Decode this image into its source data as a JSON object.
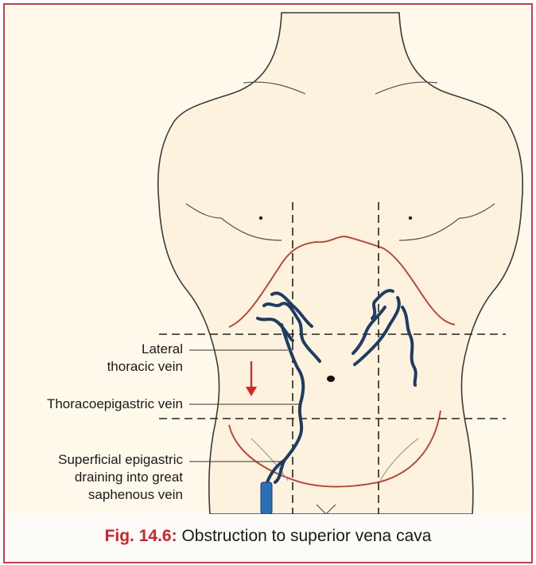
{
  "labels": {
    "lateral_thoracic": [
      "Lateral",
      "thoracic vein"
    ],
    "thoracoepigastric": "Thoracoepigastric vein",
    "superficial_epigastric": [
      "Superficial epigastric",
      "draining into great",
      "saphenous vein"
    ]
  },
  "caption": {
    "figure_number": "Fig. 14.6:",
    "text": "Obstruction to superior vena cava"
  },
  "colors": {
    "frame": "#d63a45",
    "body_fill": "#fcf2dd",
    "outline": "#3b3b3b",
    "costal_margin": "#c0392b",
    "vein": "#1f3d64",
    "flow_arrow": "#e02424",
    "saphenous": "#2a6fb8"
  },
  "icons": {
    "flow_direction": "down-arrow-icon"
  }
}
